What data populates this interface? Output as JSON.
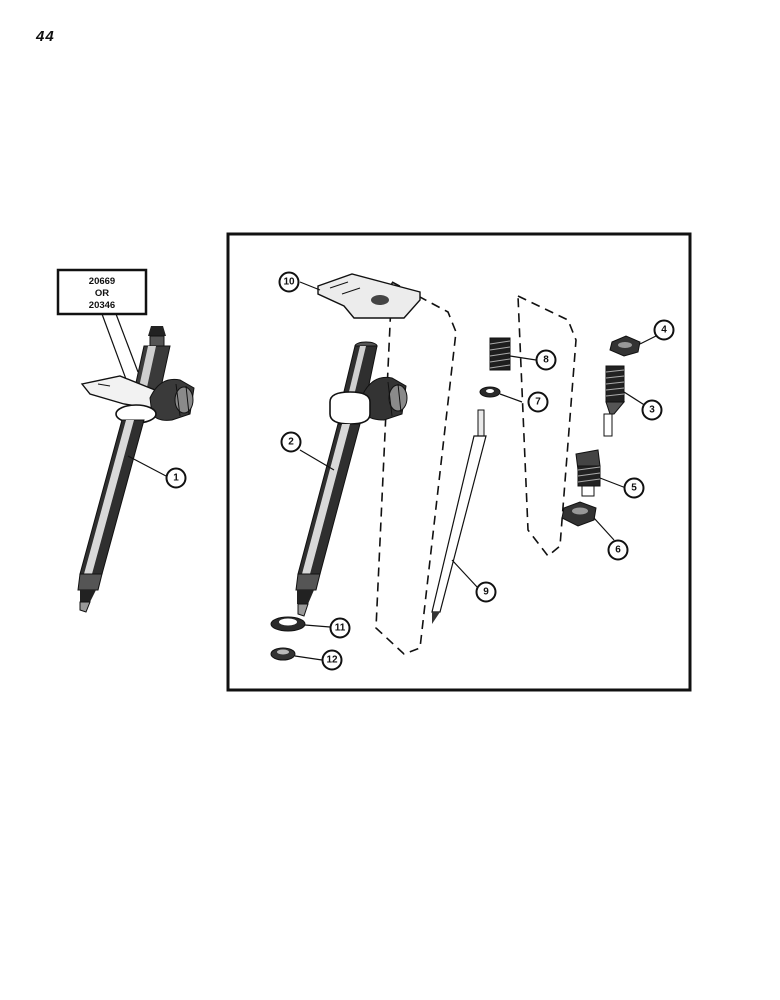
{
  "page": {
    "number": "44"
  },
  "part_number_box": {
    "line1": "20669",
    "line2": "OR",
    "line3": "20346"
  },
  "callouts": [
    "1",
    "2",
    "3",
    "4",
    "5",
    "6",
    "7",
    "8",
    "9",
    "10",
    "11",
    "12"
  ]
}
